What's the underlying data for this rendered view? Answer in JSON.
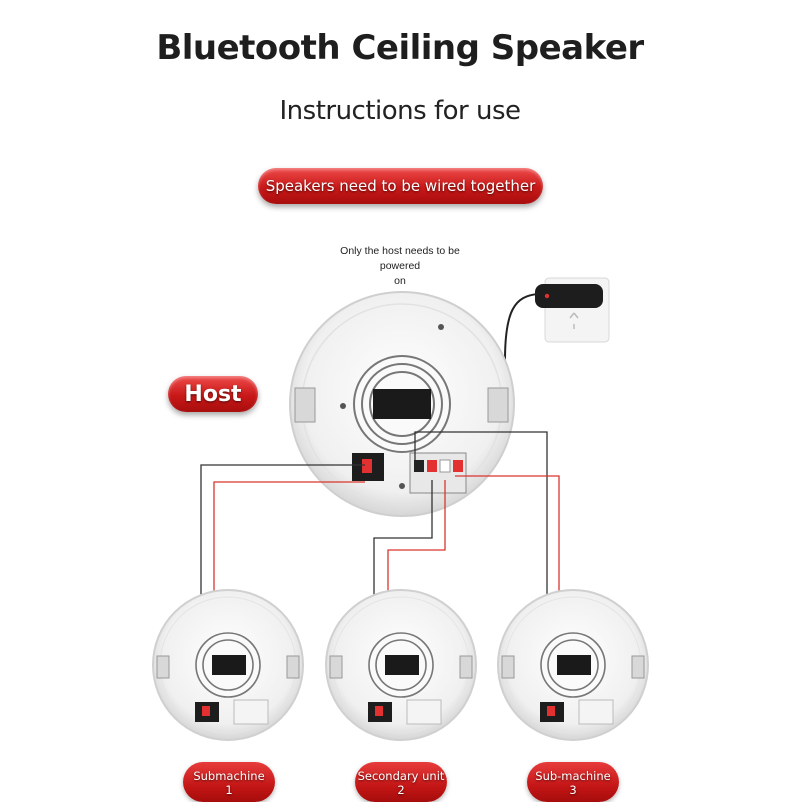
{
  "header": {
    "title": "Bluetooth Ceiling Speaker",
    "subtitle": "Instructions for use"
  },
  "banner": {
    "label": "Speakers need to be wired together"
  },
  "power_note": {
    "line1": "Only the host needs to be powered",
    "line2": "on"
  },
  "host": {
    "label": "Host"
  },
  "units": [
    {
      "line1": "Submachine",
      "line2": "1"
    },
    {
      "line1": "Secondary unit",
      "line2": "2"
    },
    {
      "line1": "Sub-machine",
      "line2": "3"
    }
  ],
  "colors": {
    "accent_red": "#c81818",
    "wire_red": "#d9352e",
    "wire_black": "#333333",
    "speaker_body": "#f2f2f2"
  }
}
